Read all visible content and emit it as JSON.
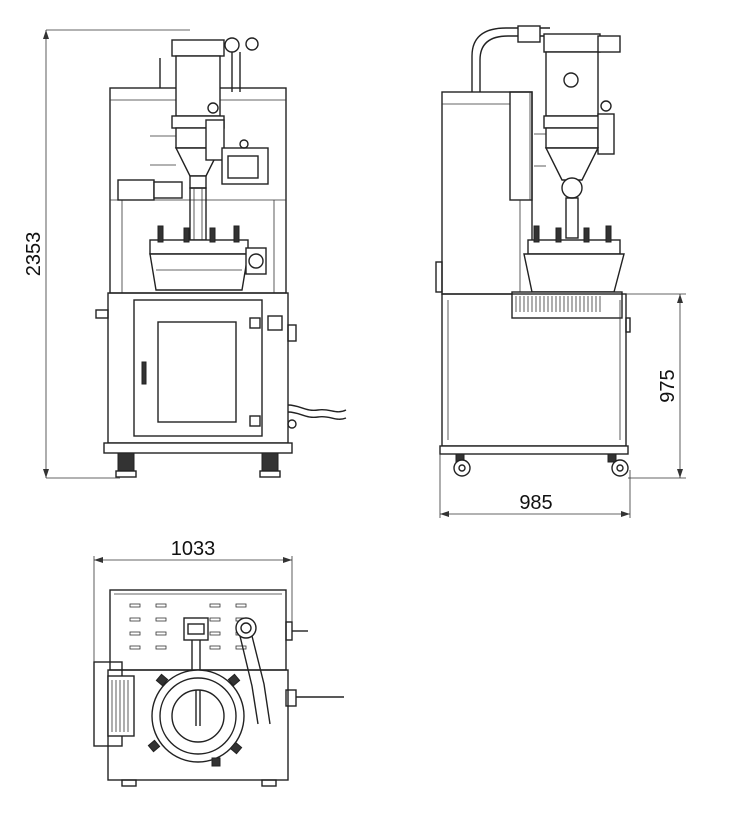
{
  "dimensions": {
    "height": "2353",
    "base_height": "975",
    "depth": "985",
    "width": "1033"
  }
}
